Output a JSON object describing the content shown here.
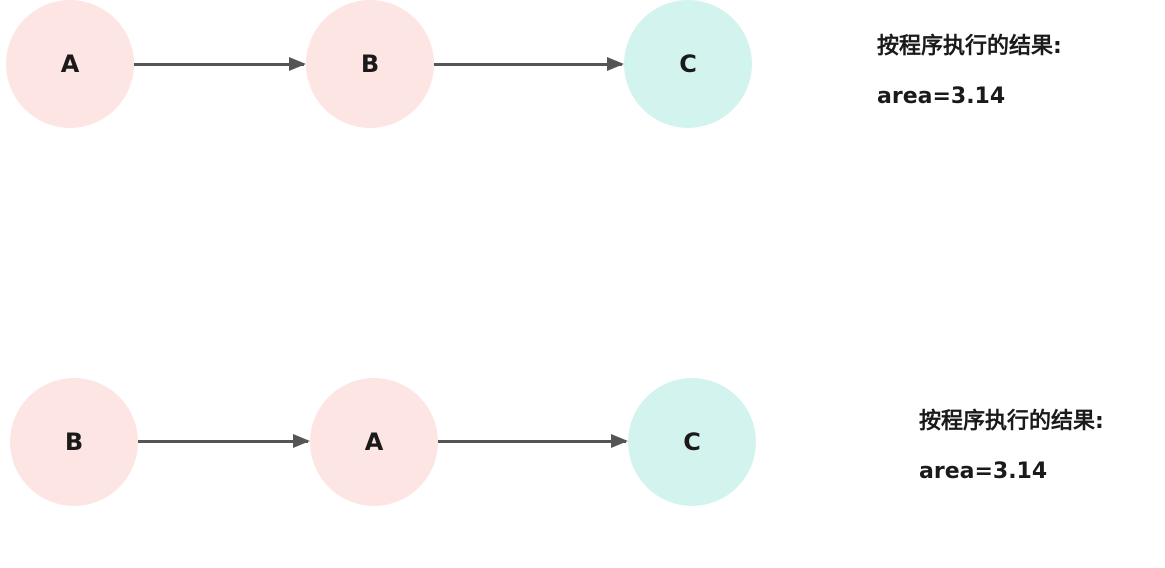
{
  "colors": {
    "node_pink": "#fde5e3",
    "node_teal": "#d3f4ee",
    "arrow": "#555555"
  },
  "flows": [
    {
      "nodes": [
        {
          "label": "A",
          "color": "#fde5e3"
        },
        {
          "label": "B",
          "color": "#fde5e3"
        },
        {
          "label": "C",
          "color": "#d3f4ee"
        }
      ],
      "result_title": "按程序执行的结果:",
      "result_value": "area=3.14"
    },
    {
      "nodes": [
        {
          "label": "B",
          "color": "#fde5e3"
        },
        {
          "label": "A",
          "color": "#fde5e3"
        },
        {
          "label": "C",
          "color": "#d3f4ee"
        }
      ],
      "result_title": "按程序执行的结果:",
      "result_value": "area=3.14"
    }
  ]
}
